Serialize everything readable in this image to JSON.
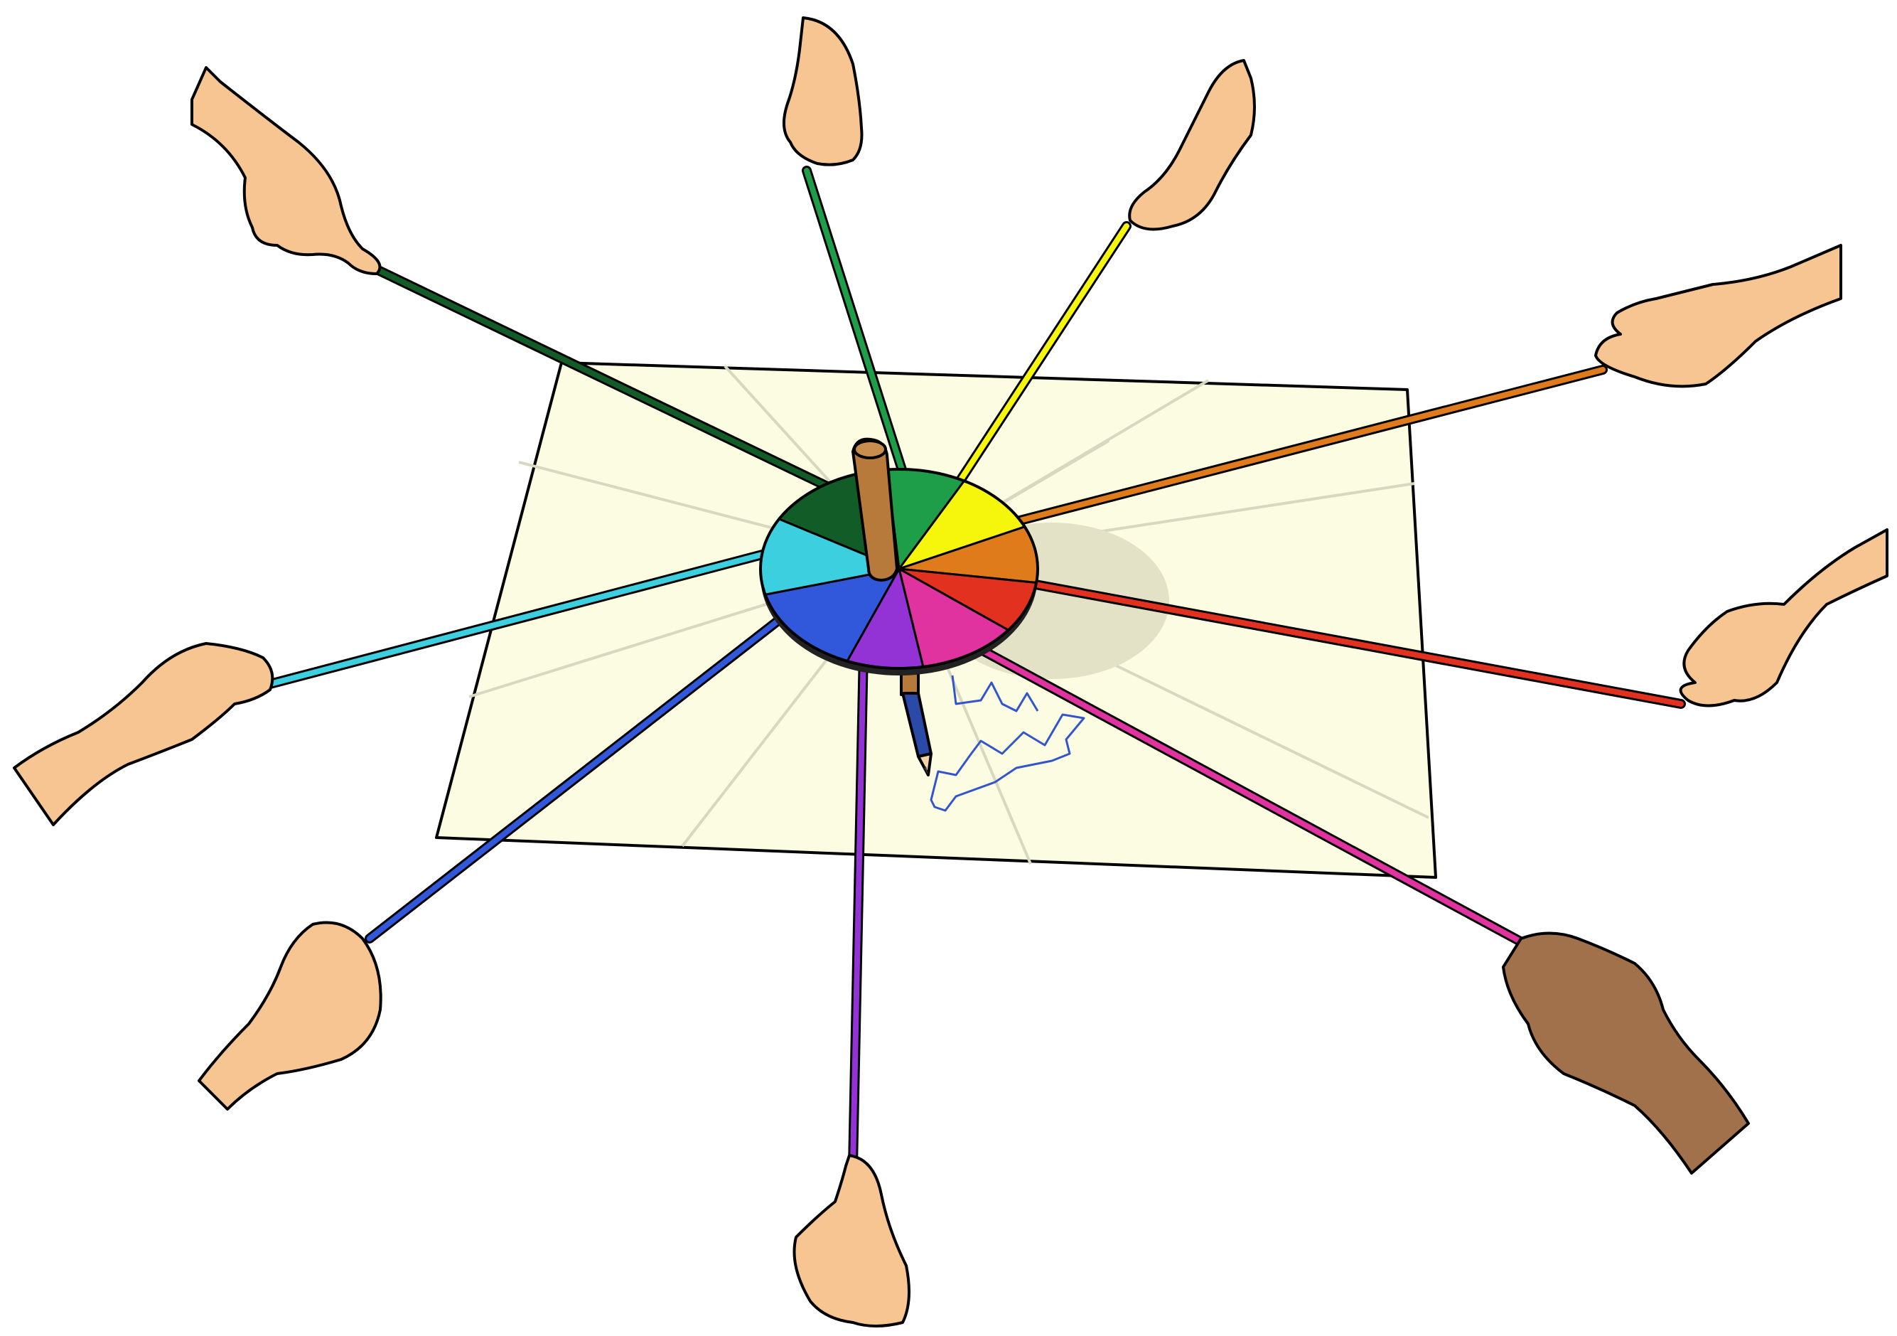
{
  "scene": {
    "background_color": "#ffffff",
    "paper_color": "#fcfce2",
    "paper_guide_color": "#d8d8c0",
    "shadow_color": "#e4e2c6",
    "drawn_line_color": "#3355cc",
    "spinner": {
      "center_post_color": "#b87a3a",
      "pencil_color": "#2b4aa8",
      "segments": [
        {
          "name": "dark-green",
          "color": "#115c27"
        },
        {
          "name": "green",
          "color": "#1e9e48"
        },
        {
          "name": "yellow",
          "color": "#f6f60d"
        },
        {
          "name": "orange",
          "color": "#e07b1c"
        },
        {
          "name": "red",
          "color": "#e2311f"
        },
        {
          "name": "magenta",
          "color": "#e033a0"
        },
        {
          "name": "purple",
          "color": "#9333d6"
        },
        {
          "name": "blue",
          "color": "#3158db"
        },
        {
          "name": "cyan",
          "color": "#3ccfe0"
        }
      ]
    },
    "sticks": [
      {
        "name": "dark-green",
        "color": "#115c27",
        "hand_tone": "#f7c592"
      },
      {
        "name": "green",
        "color": "#1e9e48",
        "hand_tone": "#f7c592"
      },
      {
        "name": "yellow",
        "color": "#f6f60d",
        "hand_tone": "#f7c592"
      },
      {
        "name": "orange",
        "color": "#e07b1c",
        "hand_tone": "#f7c592"
      },
      {
        "name": "red",
        "color": "#e2311f",
        "hand_tone": "#f7c592"
      },
      {
        "name": "magenta",
        "color": "#e033a0",
        "hand_tone": "#a0714a"
      },
      {
        "name": "purple",
        "color": "#9333d6",
        "hand_tone": "#f7c592"
      },
      {
        "name": "blue",
        "color": "#3158db",
        "hand_tone": "#f7c592"
      },
      {
        "name": "cyan",
        "color": "#3ccfe0",
        "hand_tone": "#f7c592"
      }
    ]
  }
}
